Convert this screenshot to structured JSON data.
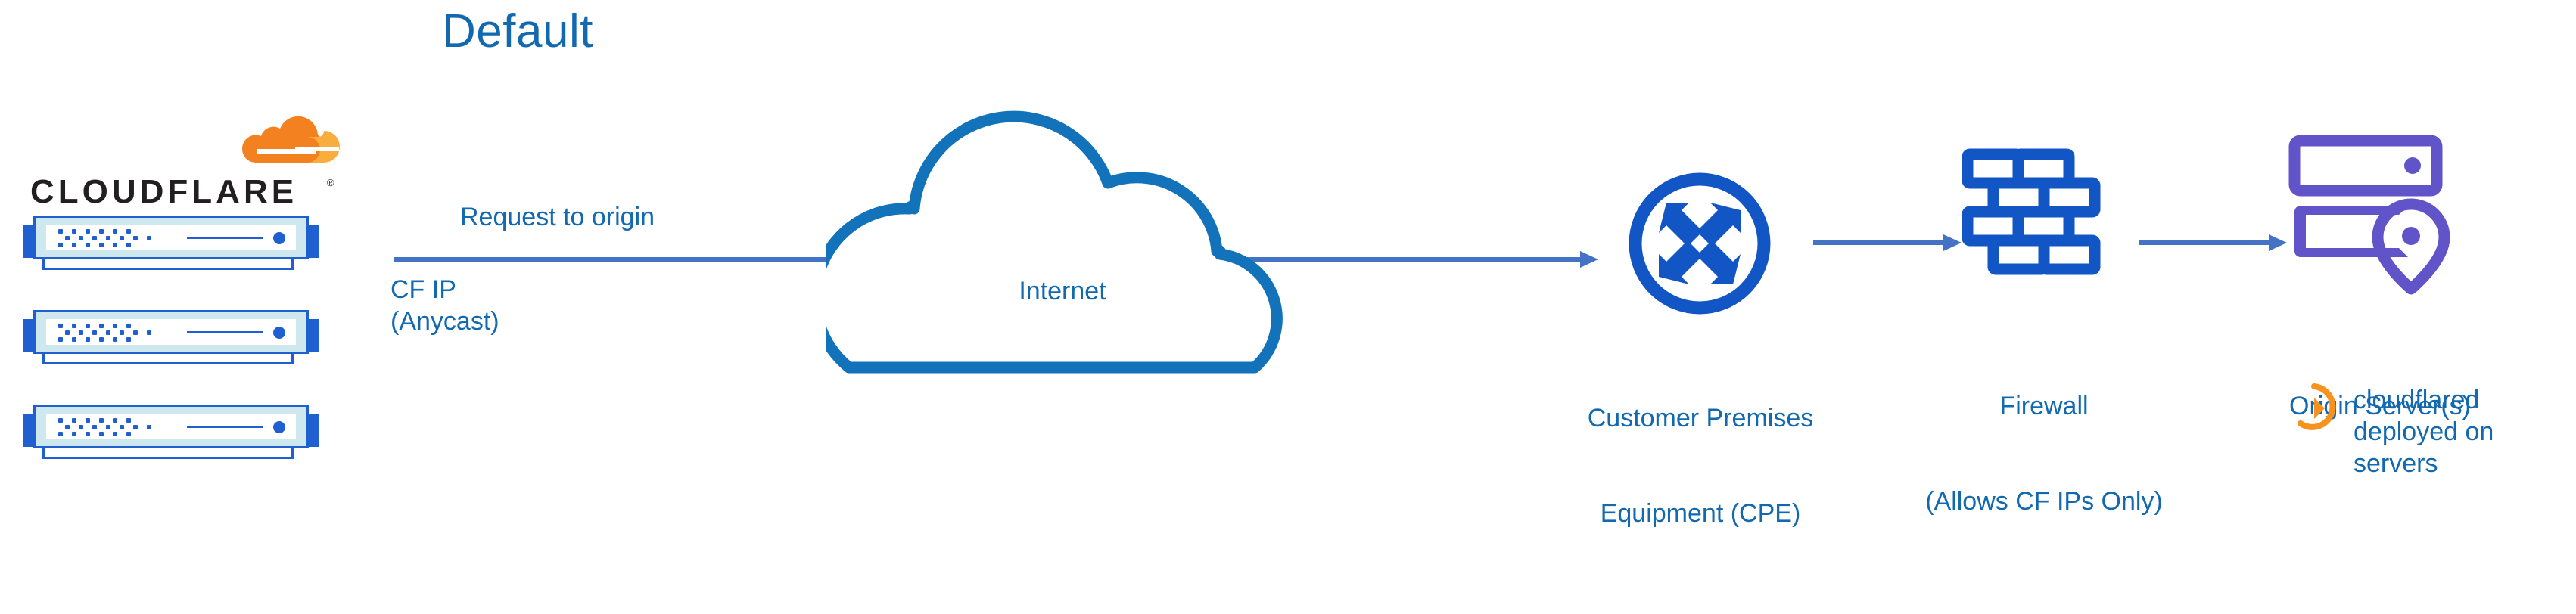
{
  "title": "Default",
  "colors": {
    "title_blue": "#1269b0",
    "label_blue": "#1269b0",
    "arrow_blue": "#4472c4",
    "icon_blue": "#1255c4",
    "cloud_blue": "#1272ba",
    "rack_blue": "#1f5fd0",
    "rack_inner": "#cfe8ef",
    "origin_purple": "#6054c8",
    "cloudflare_orange": "#f48120",
    "cloudflare_orange_light": "#faad3f",
    "wordmark_dark": "#231f20"
  },
  "brand": {
    "logo_name": "cloudflare-logo",
    "wordmark": "CLOUDFLARE",
    "registered_mark": "®"
  },
  "edge": {
    "rack_count": 3,
    "rack_name": "cloudflare-edge-server"
  },
  "flow": {
    "request_label": "Request to origin",
    "cf_ip_label_line1": "CF IP",
    "cf_ip_label_line2": "(Anycast)",
    "arrows": [
      {
        "name": "arrow-edge-to-cpe",
        "from": "cloudflare-edge",
        "to": "customer-premises-equipment"
      },
      {
        "name": "arrow-cpe-to-firewall",
        "from": "customer-premises-equipment",
        "to": "firewall"
      },
      {
        "name": "arrow-firewall-to-origin",
        "from": "firewall",
        "to": "origin-server"
      }
    ]
  },
  "internet": {
    "label": "Internet",
    "icon": "cloud-icon"
  },
  "nodes": [
    {
      "id": "cpe",
      "icon": "router-icon",
      "label_line1": "Customer Premises",
      "label_line2": "Equipment (CPE)"
    },
    {
      "id": "firewall",
      "icon": "brick-wall-icon",
      "label_line1": "Firewall",
      "label_line2": "(Allows CF IPs Only)"
    },
    {
      "id": "origin",
      "icon": "server-location-pin-icon",
      "label_line1": "Origin Server(s)",
      "label_line2": ""
    }
  ],
  "cloudflared": {
    "icon": "refresh-sync-icon",
    "line1": "cloudflared",
    "line2": "deployed on",
    "line3": "servers"
  }
}
